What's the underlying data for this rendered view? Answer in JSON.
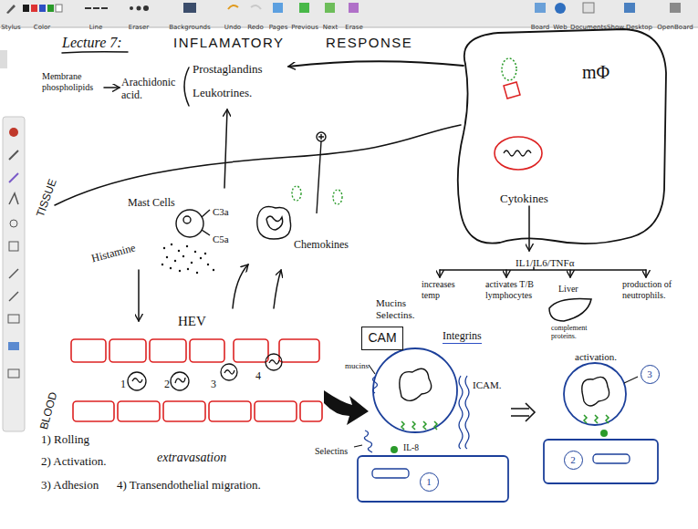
{
  "diagram": {
    "title": "INFLAMATORY RESPONSE",
    "nodes": [
      {
        "text": [
          "mΦ",
          "Cytokines"
        ]
      },
      {
        "text": [
          "CAM"
        ]
      },
      {
        "text": [
          "1"
        ]
      },
      {
        "text": [
          "2"
        ]
      },
      {
        "text": [
          "3"
        ]
      }
    ],
    "labels": [
      "Stylus",
      "Color",
      "Line",
      "Eraser",
      "Backgrounds",
      "Undo",
      "Redo",
      "Pages",
      "Previous",
      "Next",
      "Erase",
      "Board",
      "Web",
      "Documents",
      "Show Desktop",
      "OpenBoard",
      "Lecture 7:",
      "Membrane phospholipids",
      "Arachidonic acid.",
      "Prostaglandins",
      "Leukotrines.",
      "TISSUE",
      "Mast Cells",
      "C3a",
      "C5a",
      "Histamine",
      "Chemokines",
      "IL1/IL6/TNFα",
      "increases temp",
      "activates T/B lymphocytes",
      "Liver",
      "complement proteins.",
      "production of neutrophils.",
      "Mucins Selectins.",
      "Integrins",
      "activation.",
      "HEV",
      "1",
      "2",
      "3",
      "4",
      "BLOOD",
      "mucins",
      "ICAM.",
      "Selectins",
      "IL-8",
      "1) Rolling",
      "2) Activation.",
      "extravasation",
      "3) Adhesion",
      "4) Transendothelial migration."
    ]
  }
}
